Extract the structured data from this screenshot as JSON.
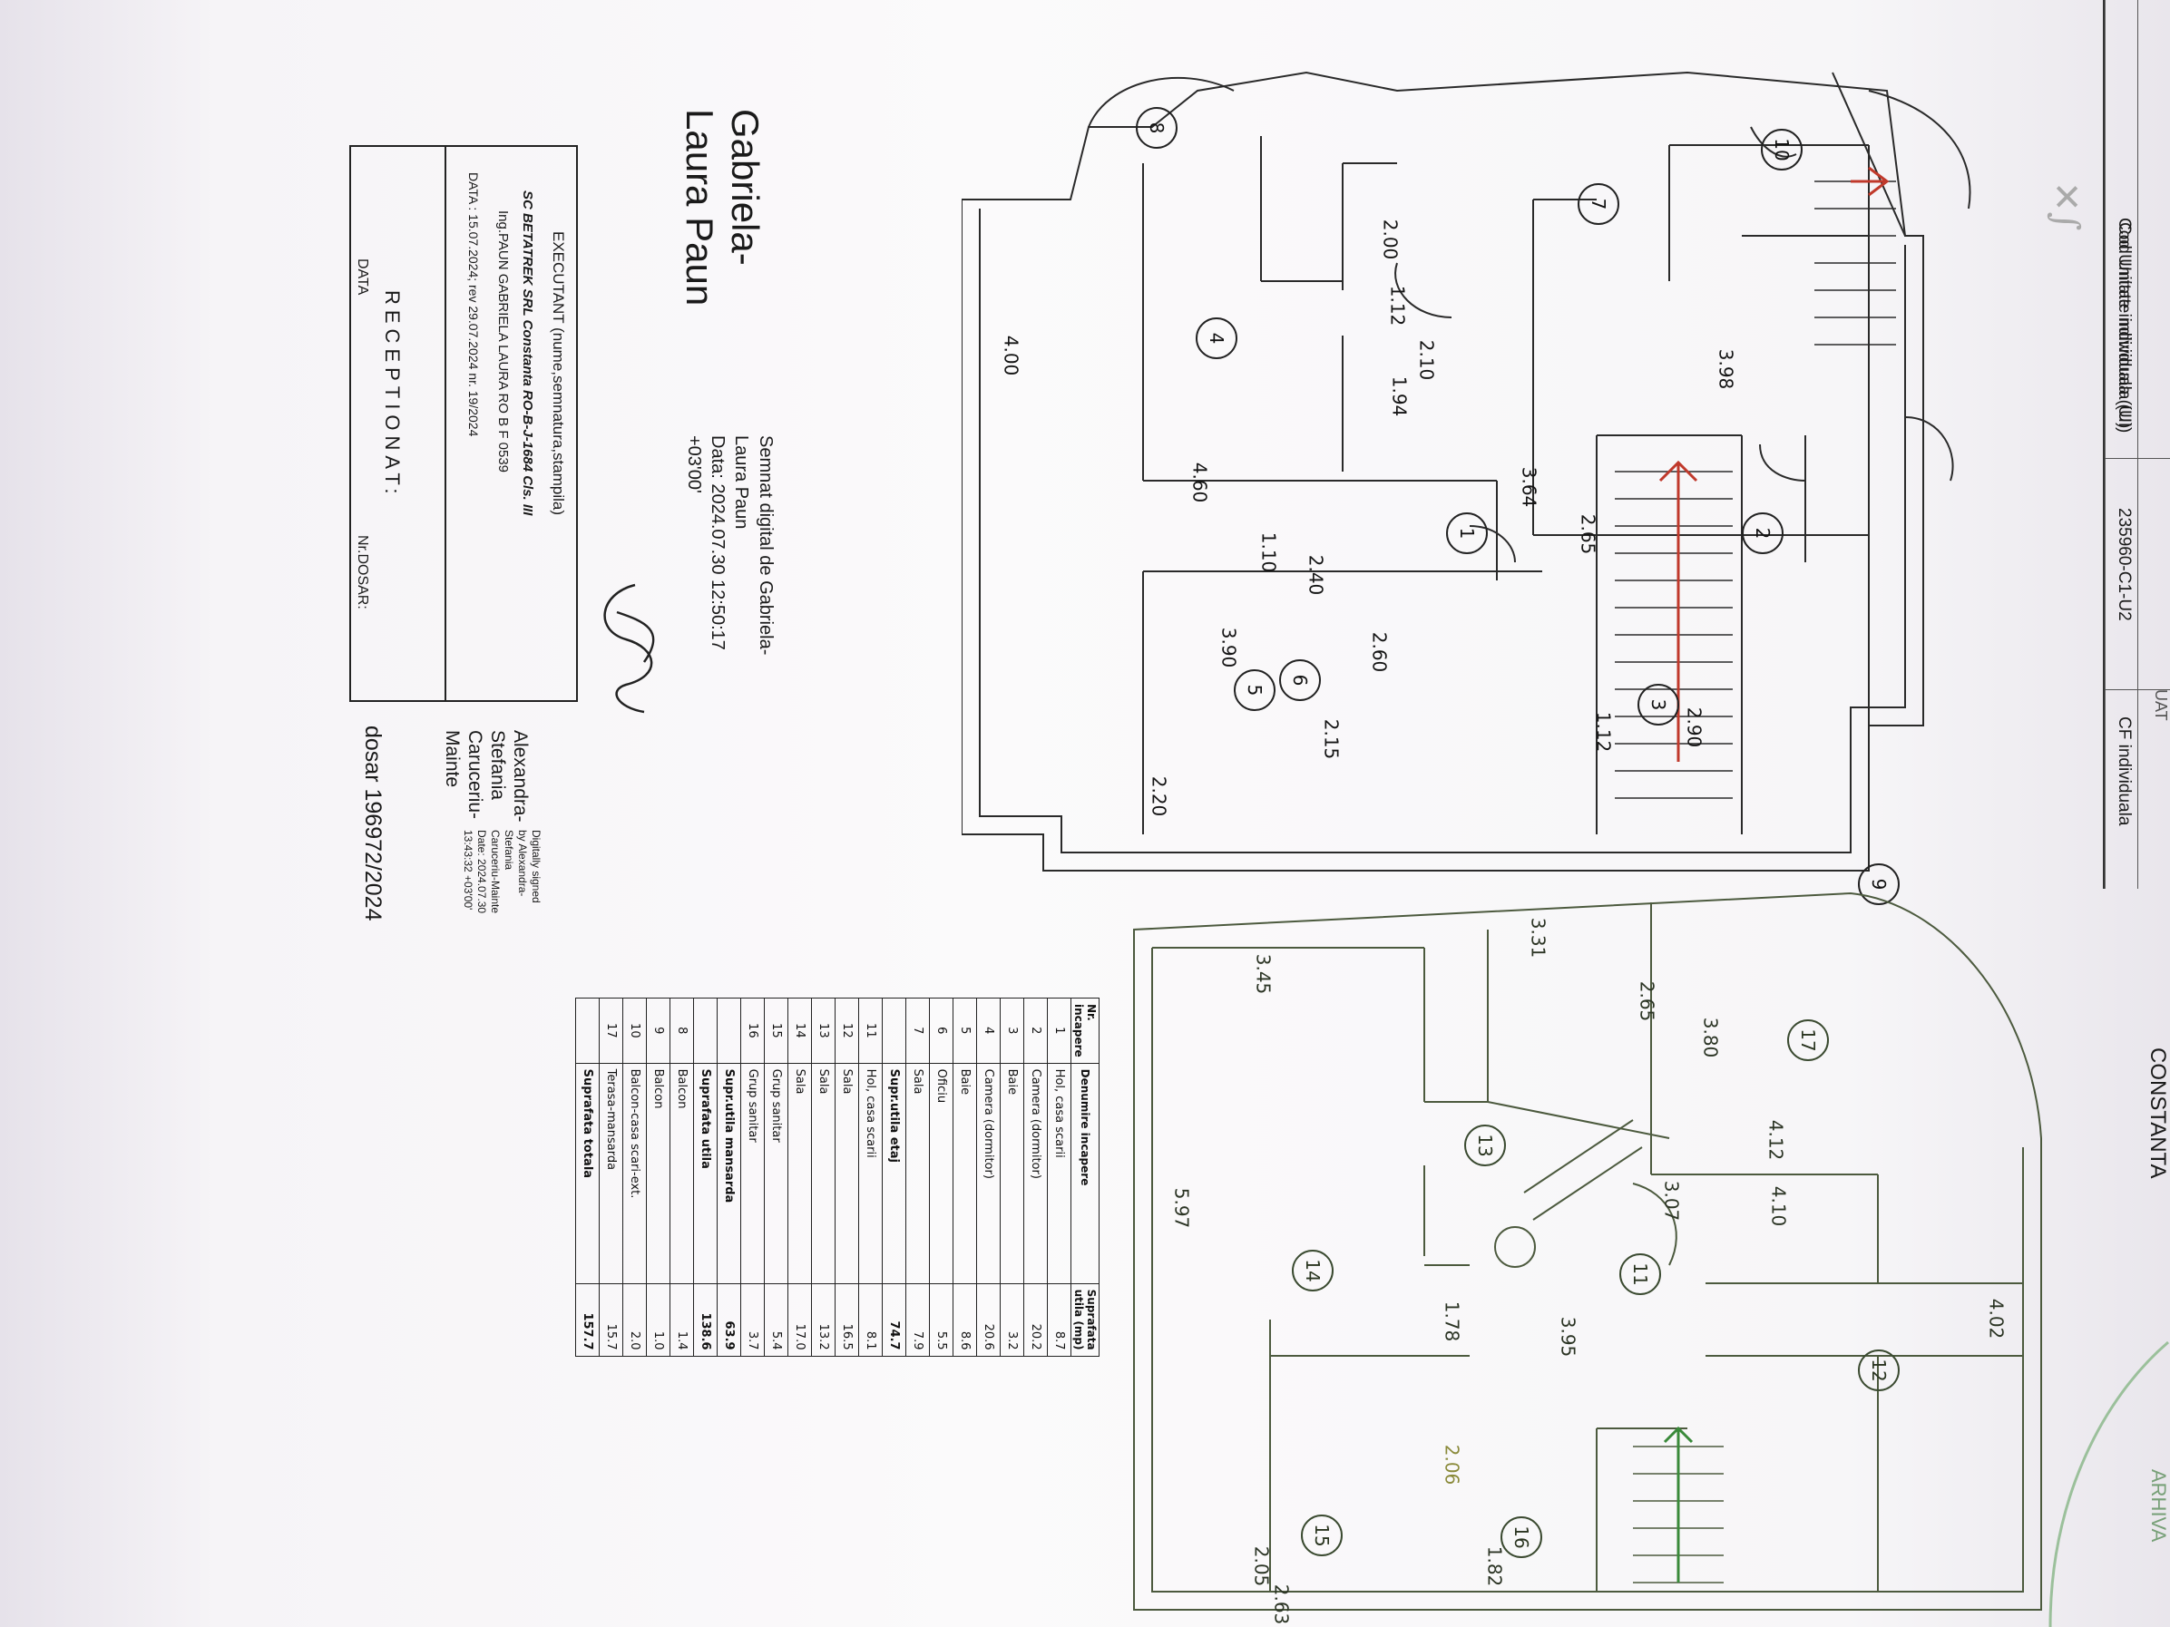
{
  "header": {
    "cod_label": "Cod Unitate individuala (UI)",
    "cod_value": "235960-C1-U2",
    "cf_label": "CF individuala",
    "uat_label": "UAT",
    "uat_value": "CONSTANTA",
    "stamp_text": "ARHIVA"
  },
  "signature_digital": {
    "name_line1": "Gabriela-",
    "name_line2": "Laura Paun",
    "caption_line1": "Semnat digital de Gabriela-",
    "caption_line2": "Laura Paun",
    "caption_line3": "Data: 2024.07.30 12:50:17",
    "caption_line4": "+03'00'"
  },
  "executant": {
    "title": "EXECUTANT (nume,semnatura,stampila)",
    "line1": "SC BETATREK SRL Constanta    RO-B-J-1684  Cls. III",
    "line2": "Ing.PAUN GABRIELA LAURA RO B F 0539",
    "line3": "DATA : 15.07.2024; rev 29.07.2024          nr. 19/2024",
    "receptionat": "RECEPTIONAT:",
    "data_label": "DATA",
    "nr_dosar": "Nr.DOSAR:"
  },
  "signature_second": {
    "name_lines": [
      "Alexandra-",
      "Stefania",
      "Caruceriu-",
      "Mainte"
    ],
    "caption_lines": [
      "Digitally signed",
      "by Alexandra-",
      "Stefania",
      "Caruceriu-Mainte",
      "Date: 2024.07.30",
      "13:43:32 +03'00'"
    ],
    "dosar": "dosar 196972/2024"
  },
  "room_table": {
    "head_nr": "Nr. incapere",
    "head_name": "Denumire incapere",
    "head_area": "Suprafata utila (mp)",
    "rows": [
      {
        "nr": "1",
        "name": "Hol, casa scarii",
        "area": "8.7"
      },
      {
        "nr": "2",
        "name": "Camera (dormitor)",
        "area": "20.2"
      },
      {
        "nr": "3",
        "name": "Baie",
        "area": "3.2"
      },
      {
        "nr": "4",
        "name": "Camera (dormitor)",
        "area": "20.6"
      },
      {
        "nr": "5",
        "name": "Baie",
        "area": "8.6"
      },
      {
        "nr": "6",
        "name": "Oficiu",
        "area": "5.5"
      },
      {
        "nr": "7",
        "name": "Sala",
        "area": "7.9"
      },
      {
        "nr": "",
        "name": "Supr.utila etaj",
        "area": "74.7"
      },
      {
        "nr": "11",
        "name": "Hol, casa scarii",
        "area": "8.1"
      },
      {
        "nr": "12",
        "name": "Sala",
        "area": "16.5"
      },
      {
        "nr": "13",
        "name": "Sala",
        "area": "13.2"
      },
      {
        "nr": "14",
        "name": "Sala",
        "area": "17.0"
      },
      {
        "nr": "15",
        "name": "Grup sanitar",
        "area": "5.4"
      },
      {
        "nr": "16",
        "name": "Grup sanitar",
        "area": "3.7"
      },
      {
        "nr": "",
        "name": "Supr.utila mansarda",
        "area": "63.9"
      },
      {
        "nr": "",
        "name": "Suprafata utila",
        "area": "138.6"
      },
      {
        "nr": "8",
        "name": "Balcon",
        "area": "1.4"
      },
      {
        "nr": "9",
        "name": "Balcon",
        "area": "1.0"
      },
      {
        "nr": "10",
        "name": "Balcon-casa scari-ext.",
        "area": "2.0"
      },
      {
        "nr": "17",
        "name": "Terasa-mansarda",
        "area": "15.7"
      },
      {
        "nr": "",
        "name": "Suprafata totala",
        "area": "157.7"
      }
    ]
  },
  "plan_etaj": {
    "room_numbers": [
      "1",
      "2",
      "3",
      "4",
      "5",
      "6",
      "7",
      "8",
      "9",
      "10"
    ],
    "dims": [
      "2.00",
      "1.12",
      "2.10",
      "1.94",
      "4.00",
      "4.60",
      "3.64",
      "3.98",
      "2.65",
      "1.10",
      "2.40",
      "2.60",
      "3.90",
      "2.15",
      "2.20",
      "2.90",
      "1.12"
    ]
  },
  "plan_mansarda": {
    "room_numbers": [
      "11",
      "12",
      "13",
      "14",
      "15",
      "16",
      "17"
    ],
    "dims": [
      "3.31",
      "2.65",
      "3.80",
      "3.45",
      "5.97",
      "4.12",
      "4.10",
      "3.07",
      "4.02",
      "3.95",
      "1.78",
      "2.06",
      "1.82",
      "2.05",
      "2.63"
    ]
  },
  "colors": {
    "ink": "#1a1a1a",
    "plan_green": "#4c5a3e",
    "arrow_red": "#c0392b",
    "paper": "#fbfafb"
  }
}
